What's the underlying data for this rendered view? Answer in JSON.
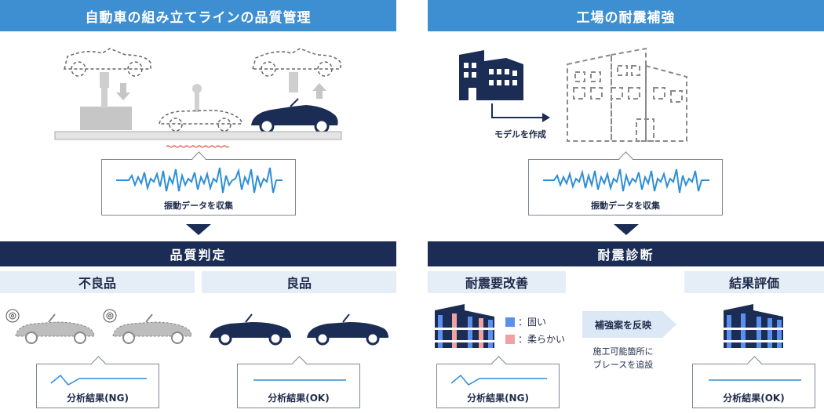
{
  "left": {
    "header": "自動車の組み立てラインの品質管理",
    "vibration_caption": "振動データを収集",
    "judgement_band": "品質判定",
    "defective_label": "不良品",
    "good_label": "良品",
    "result_ng": "分析結果(NG)",
    "result_ok": "分析結果(OK)"
  },
  "right": {
    "header": "工場の耐震補強",
    "model_caption": "モデルを作成",
    "vibration_caption": "振動データを収集",
    "diagnosis_band": "耐震診断",
    "improvement_label": "耐震要改善",
    "evaluation_label": "結果評価",
    "legend_hard": "：固い",
    "legend_soft": "：柔らかい",
    "reflect_label": "補強案を反映",
    "brace_note_1": "施工可能箇所に",
    "brace_note_2": "ブレースを追設",
    "result_ng": "分析結果(NG)",
    "result_ok": "分析結果(OK)"
  },
  "colors": {
    "header_blue": "#3d8fd1",
    "navy": "#1b2d55",
    "light_band": "#e5eef7",
    "signal_blue": "#2f8fd6",
    "hard_blue": "#5b8ff0",
    "soft_pink": "#f0a1a1"
  }
}
